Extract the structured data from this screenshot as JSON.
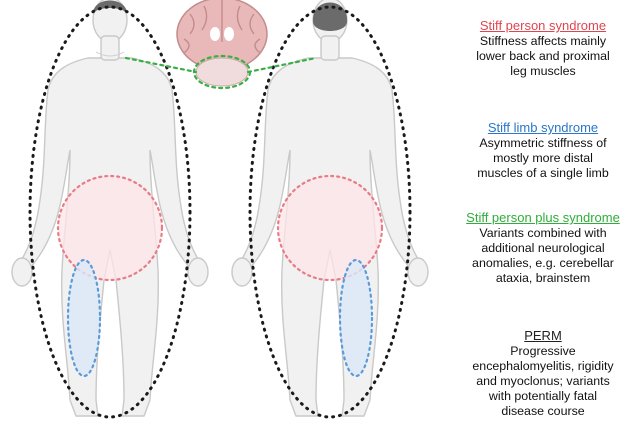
{
  "colors": {
    "sps": "#e0454f",
    "slimb": "#2a77c9",
    "splus": "#2fae3a",
    "perm": "#222222",
    "body_fill": "#f1f1f1",
    "body_stroke": "#c9c9c9",
    "hair": "#6b6b6b",
    "trunk_region": "#fde4e8",
    "limb_region": "#dce9f7",
    "brain": "#e9b8b8"
  },
  "legend": [
    {
      "key": "sps",
      "title": "Stiff person syndrome",
      "description": "Stiffness affects mainly\nlower back and proximal\nleg muscles"
    },
    {
      "key": "slimb",
      "title": "Stiff limb syndrome",
      "description": "Asymmetric stiffness of\nmostly more distal\nmuscles of a single limb"
    },
    {
      "key": "splus",
      "title": "Stiff person plus syndrome",
      "description": "Variants combined with\nadditional neurological\nanomalies, e.g. cerebellar\nataxia, brainstem"
    },
    {
      "key": "perm",
      "title": "PERM",
      "description": "Progressive\nencephalomyelitis, rigidity\nand myoclonus; variants\nwith potentially fatal\ndisease course"
    }
  ],
  "icons": {
    "brain": "brain-coronal-section-icon",
    "front": "human-body-front-icon",
    "back": "human-body-back-icon"
  }
}
